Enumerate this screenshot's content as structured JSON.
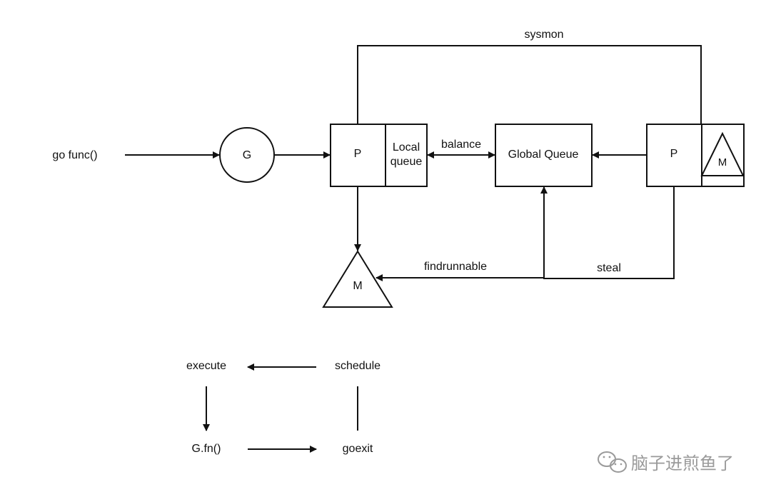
{
  "diagram": {
    "nodes": {
      "go_func": "go func()",
      "g": "G",
      "p_left": "P",
      "local_queue_line1": "Local",
      "local_queue_line2": "queue",
      "global_queue": "Global Queue",
      "p_right": "P",
      "m_right": "M",
      "m_bottom": "M"
    },
    "edges": {
      "sysmon": "sysmon",
      "balance": "balance",
      "findrunnable": "findrunnable",
      "steal": "steal"
    },
    "cycle": {
      "execute": "execute",
      "schedule": "schedule",
      "gfn": "G.fn()",
      "goexit": "goexit"
    }
  },
  "watermark": {
    "text": "脑子进煎鱼了",
    "icon": "wechat-icon",
    "color": "#9a9a9a"
  }
}
